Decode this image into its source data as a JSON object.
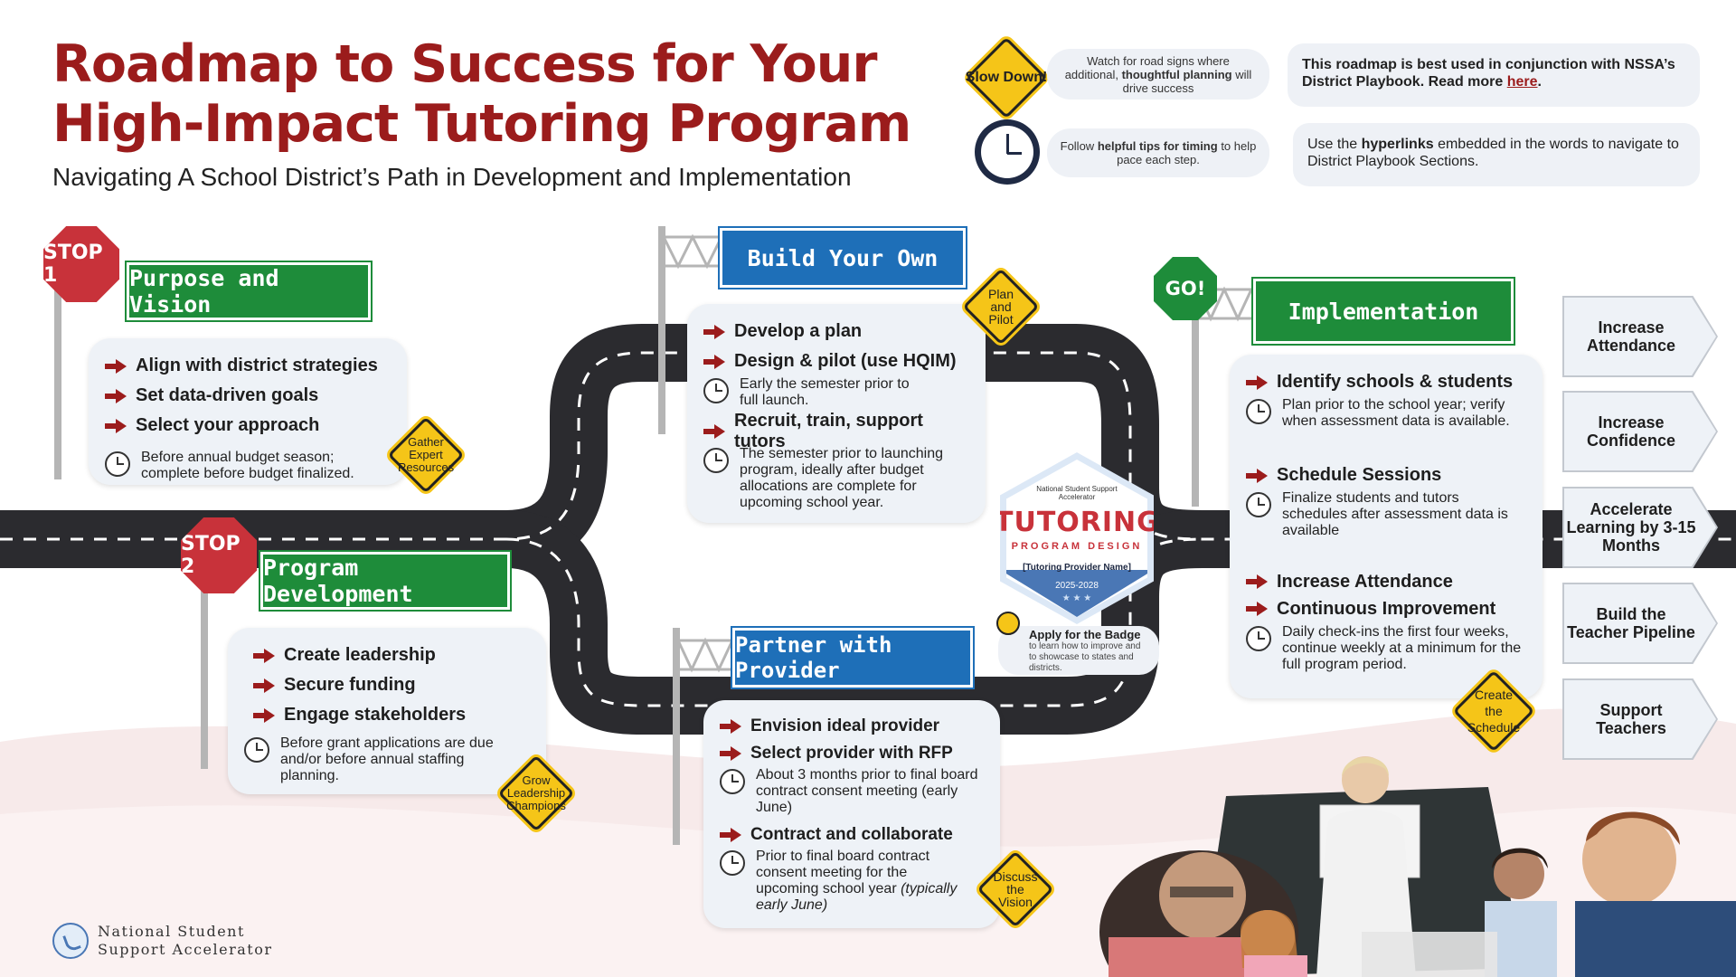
{
  "header": {
    "title_line1": "Roadmap to Success for Your",
    "title_line2": "High-Impact Tutoring Program",
    "subtitle": "Navigating A School District’s Path in Development and Implementation"
  },
  "legend": {
    "slow_sign": "Slow Down!",
    "slow_text_pre": "Watch for road signs where additional, ",
    "slow_text_bold": "thoughtful planning",
    "slow_text_post": " will drive success",
    "timing_pre": "Follow ",
    "timing_bold": "helpful tips for timing",
    "timing_post": " to help pace each step.",
    "playbook_text": "This roadmap is best used in conjunction with NSSA’s District Playbook. Read more ",
    "playbook_link": "here",
    "playbook_end": ".",
    "hyperlinks_pre": "Use the ",
    "hyperlinks_bold": "hyperlinks",
    "hyperlinks_post": " embedded in the words to navigate to District Playbook Sections."
  },
  "stop1": {
    "octagon": "STOP 1",
    "sign": "Purpose and Vision",
    "items": [
      "Align with district strategies",
      "Set data-driven goals",
      "Select your approach"
    ],
    "tip": "Before annual budget season; complete before budget finalized.",
    "diamond": "Gather Expert Resources"
  },
  "stop2": {
    "octagon": "STOP 2",
    "sign": "Program Development",
    "items": [
      "Create leadership",
      "Secure funding",
      "Engage stakeholders"
    ],
    "tip": "Before grant applications are due and/or before annual staffing planning.",
    "diamond": "Grow Leadership Champions"
  },
  "build": {
    "sign": "Build Your Own",
    "items": [
      "Develop a plan",
      "Design & pilot (use HQIM)"
    ],
    "tip1": "Early the semester prior to full launch.",
    "item3": "Recruit, train, support tutors",
    "tip2": "The semester prior to launching program, ideally after budget allocations are complete for upcoming school year.",
    "diamond": "Plan and Pilot"
  },
  "partner": {
    "sign": "Partner with Provider",
    "items": [
      "Envision ideal provider",
      "Select provider with RFP"
    ],
    "tip1": "About 3 months prior to final board contract consent meeting (early June)",
    "item3": "Contract and collaborate",
    "tip2": "Prior to final board contract consent meeting for the upcoming school year",
    "tip2_italic": "(typically early June)",
    "diamond": "Discuss the Vision"
  },
  "badge": {
    "org": "National Student Support Accelerator",
    "title": "TUTORING",
    "sub": "PROGRAM DESIGN",
    "provider": "[Tutoring Provider Name]",
    "years": "2025-2028",
    "stars": "★ ★ ★",
    "apply_title": "Apply for the Badge",
    "apply_sub": "to learn how to improve and to showcase to states and districts."
  },
  "go": {
    "octagon": "GO!",
    "sign": "Implementation",
    "item1": "Identify schools & students",
    "tip1": "Plan prior to the school year; verify when assessment data is available.",
    "item2": "Schedule Sessions",
    "tip2": "Finalize students and tutors schedules after assessment data is available",
    "item3": "Increase Attendance",
    "item4": "Continuous Improvement",
    "tip3": "Daily check-ins the first four weeks, continue weekly at a minimum for the full program period.",
    "diamond": "Create the Schedule"
  },
  "outcomes": [
    "Increase Attendance",
    "Increase Confidence",
    "Accelerate Learning by 3-15 Months",
    "Build the Teacher Pipeline",
    "Support Teachers"
  ],
  "footer": {
    "line1": "National Student",
    "line2": "Support Accelerator"
  },
  "colors": {
    "title_red": "#9b1c1c",
    "road": "#2b2b2f",
    "sign_green": "#1e8c3a",
    "sign_blue": "#1e6fb8",
    "sign_yellow": "#f5c518"
  }
}
